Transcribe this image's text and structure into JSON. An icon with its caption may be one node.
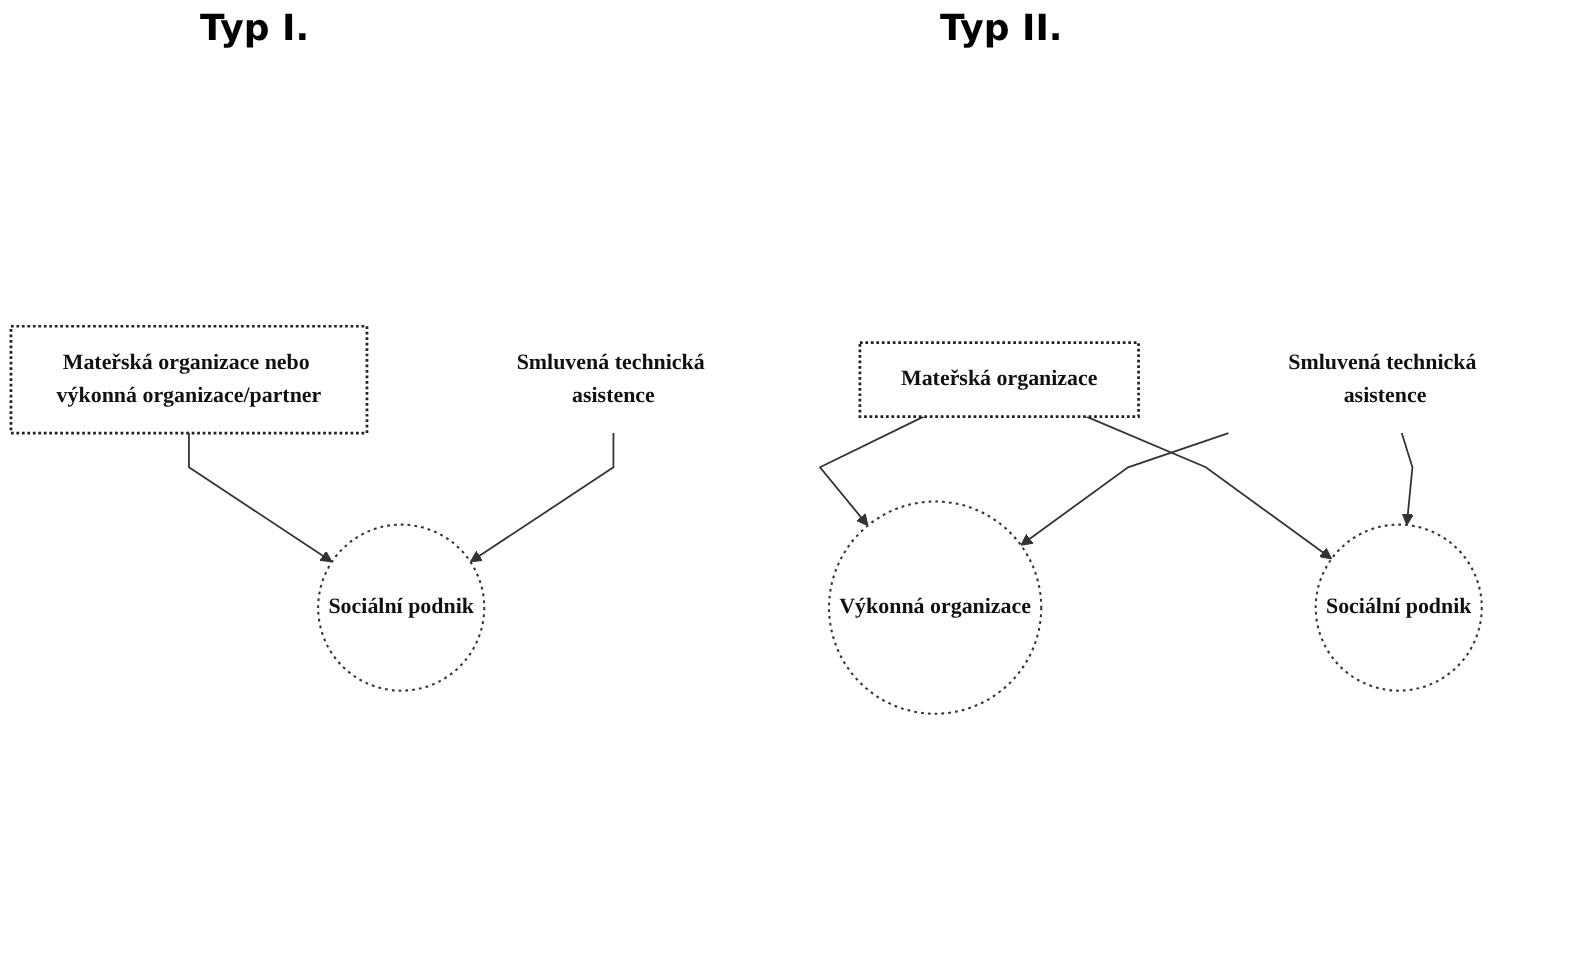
{
  "diagram": {
    "nodes": [
      {
        "text": [
          "Mateřská organizace nebo výkonná organizace/partner"
        ]
      },
      {
        "text": [
          "Sociální podnik"
        ]
      },
      {
        "text": [
          "Smluvená technická asistence"
        ]
      },
      {
        "text": [
          "Mateřská organizace"
        ]
      },
      {
        "text": [
          "Výkonná organizace"
        ]
      },
      {
        "text": [
          "Sociální podnik"
        ]
      },
      {
        "text": [
          "Smluvená technická asistence"
        ]
      }
    ],
    "edges": [
      {
        "from": 0,
        "to": 1,
        "arrow": "to"
      },
      {
        "from": 2,
        "to": 1,
        "arrow": "to"
      },
      {
        "from": 3,
        "to": 4,
        "arrow": "to"
      },
      {
        "from": 3,
        "to": 5,
        "arrow": "to"
      },
      {
        "from": 6,
        "to": 4,
        "arrow": "to"
      },
      {
        "from": 6,
        "to": 5,
        "arrow": "to"
      }
    ],
    "labels": [
      "Typ I.",
      "Typ II."
    ]
  }
}
